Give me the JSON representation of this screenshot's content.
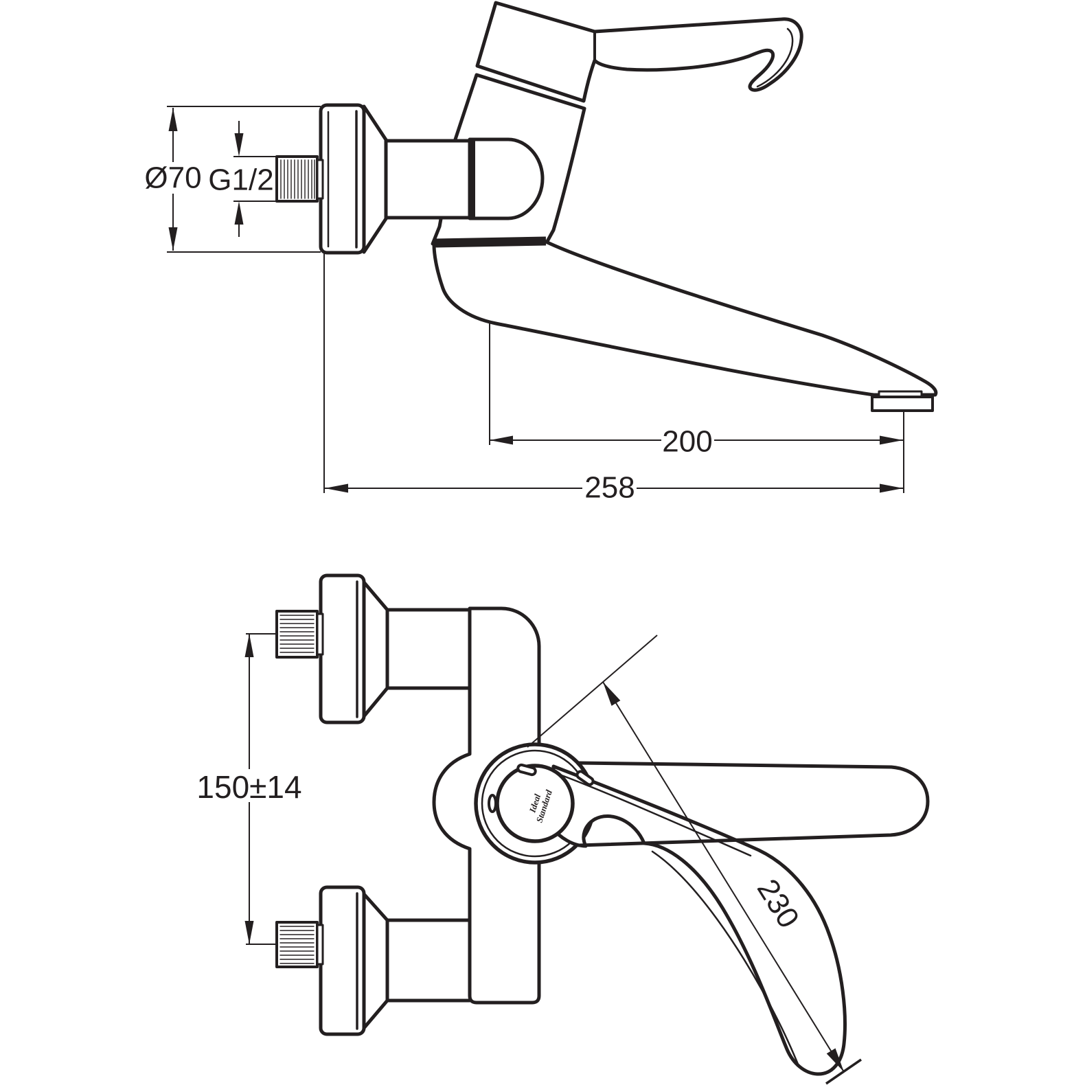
{
  "drawing": {
    "colors": {
      "line": "#231f20",
      "background": "#ffffff"
    },
    "side_view": {
      "dim_flange_diameter": "Ø70",
      "dim_thread": "G1/2",
      "dim_spout_reach": "200",
      "dim_total_depth": "258"
    },
    "front_view": {
      "dim_inlet_spacing": "150±14",
      "dim_lever_length": "230"
    },
    "brand_logo": {
      "line1": "Ideal",
      "line2": "Standard"
    }
  }
}
